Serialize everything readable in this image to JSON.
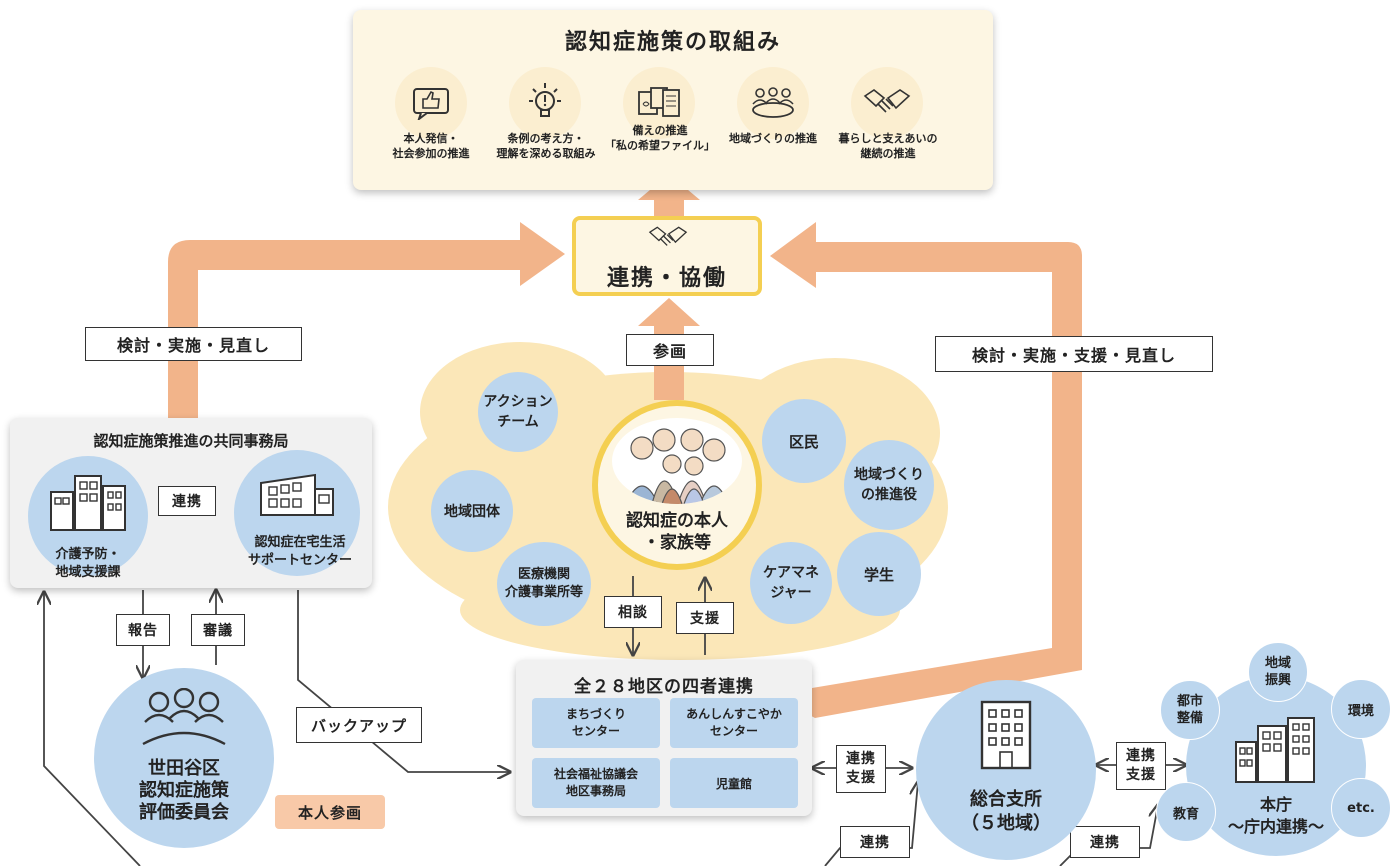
{
  "top": {
    "title": "認知症施策の取組み",
    "items": [
      {
        "label": "本人発信・\n社会参加の推進",
        "icon": "thumbs-up-icon"
      },
      {
        "label": "条例の考え方・\n理解を深める取組み",
        "icon": "lightbulb-icon"
      },
      {
        "label": "備えの推進\n「私の希望ファイル」",
        "icon": "documents-icon"
      },
      {
        "label": "地域づくりの推進",
        "icon": "people-meeting-icon"
      },
      {
        "label": "暮らしと支えあいの\n継続の推進",
        "icon": "handshake-icon"
      }
    ]
  },
  "hub": {
    "label": "連携・協働",
    "icon": "handshake-icon"
  },
  "labels": {
    "left_loop": "検討・実施・見直し",
    "right_loop": "検討・実施・支援・見直し",
    "sankaku": "参画",
    "soudan": "相談",
    "shien": "支援",
    "houkoku": "報告",
    "shingi": "審議",
    "backup": "バックアップ",
    "renkei_shien_1": "連携\n支援",
    "renkei_shien_2": "連携\n支援",
    "renkei_bottom_1": "連携",
    "renkei_bottom_2": "連携",
    "honnin_sankaku": "本人参画"
  },
  "secretariat": {
    "title": "認知症施策推進の共同事務局",
    "left": "介護予防・\n地域支援課",
    "right": "認知症在宅生活\nサポートセンター",
    "link": "連携"
  },
  "committee": {
    "label": "世田谷区\n認知症施策\n評価委員会"
  },
  "community": {
    "center": "認知症の本人\n・家族等",
    "bubbles": {
      "action_team": "アクション\nチーム",
      "kumin": "区民",
      "chiiki_dantai": "地域団体",
      "suishinyaku": "地域づくり\nの推進役",
      "iryou": "医療機関\n介護事業所等",
      "caremanager": "ケアマネ\nジャー",
      "gakusei": "学生"
    }
  },
  "yonsha": {
    "title": "全２８地区の四者連携",
    "cells": [
      "まちづくり\nセンター",
      "あんしんすこやか\nセンター",
      "社会福祉協議会\n地区事務局",
      "児童館"
    ]
  },
  "sougou": {
    "label": "総合支所\n（５地域）"
  },
  "honcho": {
    "label": "本庁\n～庁内連携～",
    "satellites": {
      "toshi": "都市\n整備",
      "chiiki": "地域\n振興",
      "kankyou": "環境",
      "kyouiku": "教育",
      "etc": "etc."
    }
  },
  "colors": {
    "arrow": "#f2b48a",
    "bubble": "#bcd6ee",
    "cloud": "#fbe7b8",
    "hub_border": "#f4cf52",
    "honnin_badge": "#f8c9a8"
  }
}
